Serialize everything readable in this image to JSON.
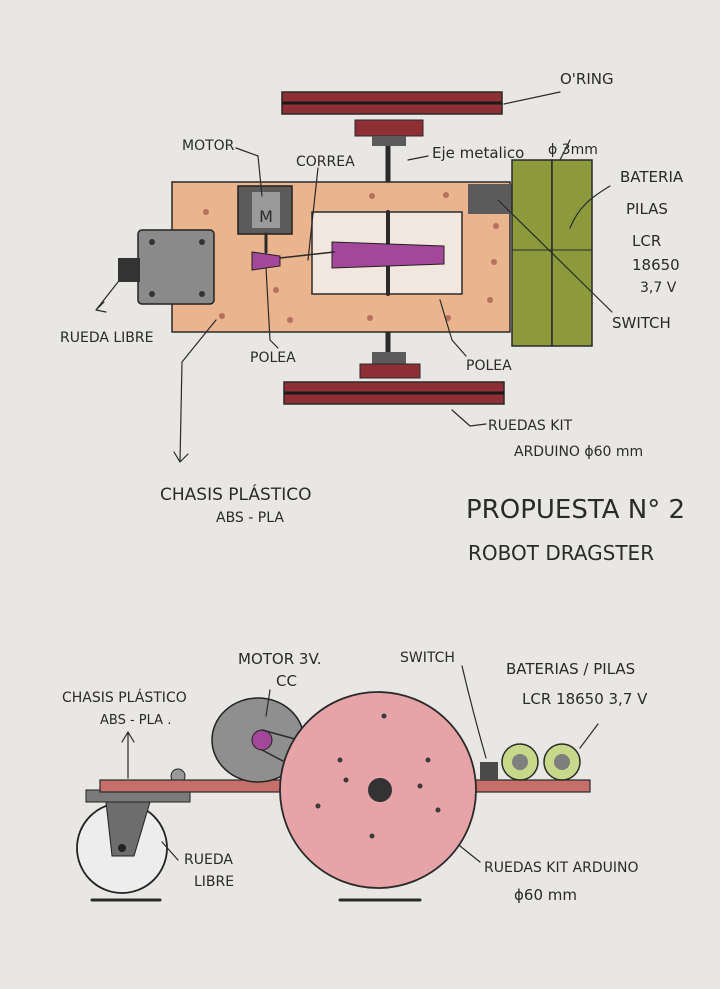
{
  "top_view": {
    "oring": "O'RING",
    "motor": "MOTOR",
    "motor_mark": "M",
    "correa": "CORREA",
    "eje": "Eje metalico",
    "eje_diam": "ϕ 3mm",
    "bateria": [
      "BATERIA",
      "PILAS",
      "LCR",
      "18650",
      "3,7 V"
    ],
    "switch": "SWITCH",
    "rueda_libre": "RUEDA LIBRE",
    "polea_left": "POLEA",
    "polea_right": "POLEA",
    "ruedas_kit": [
      "RUEDAS KIT",
      "ARDUINO ϕ60 mm"
    ],
    "chasis": [
      "CHASIS PLÁSTICO",
      "ABS - PLA"
    ]
  },
  "title": {
    "line1": "PROPUESTA N° 2",
    "line2": "ROBOT DRAGSTER"
  },
  "side_view": {
    "motor": [
      "MOTOR 3V.",
      "CC"
    ],
    "switch": "SWITCH",
    "baterias": [
      "BATERIAS / PILAS",
      "LCR 18650 3,7 V"
    ],
    "chasis": [
      "CHASIS PLÁSTICO",
      "ABS - PLA ."
    ],
    "rueda_libre": [
      "RUEDA",
      "LIBRE"
    ],
    "ruedas_kit": [
      "RUEDAS KIT ARDUINO",
      "ϕ60 mm"
    ]
  },
  "colors": {
    "paper": "#e9e7e3",
    "chassis": "#e9b48e",
    "wheel_red": "#8e2f36",
    "wheel_pink": "#e6a4a8",
    "battery_green": "#8c9a3c",
    "pulley_purple": "#a2479a",
    "motor_gray": "#5b5b5b"
  }
}
